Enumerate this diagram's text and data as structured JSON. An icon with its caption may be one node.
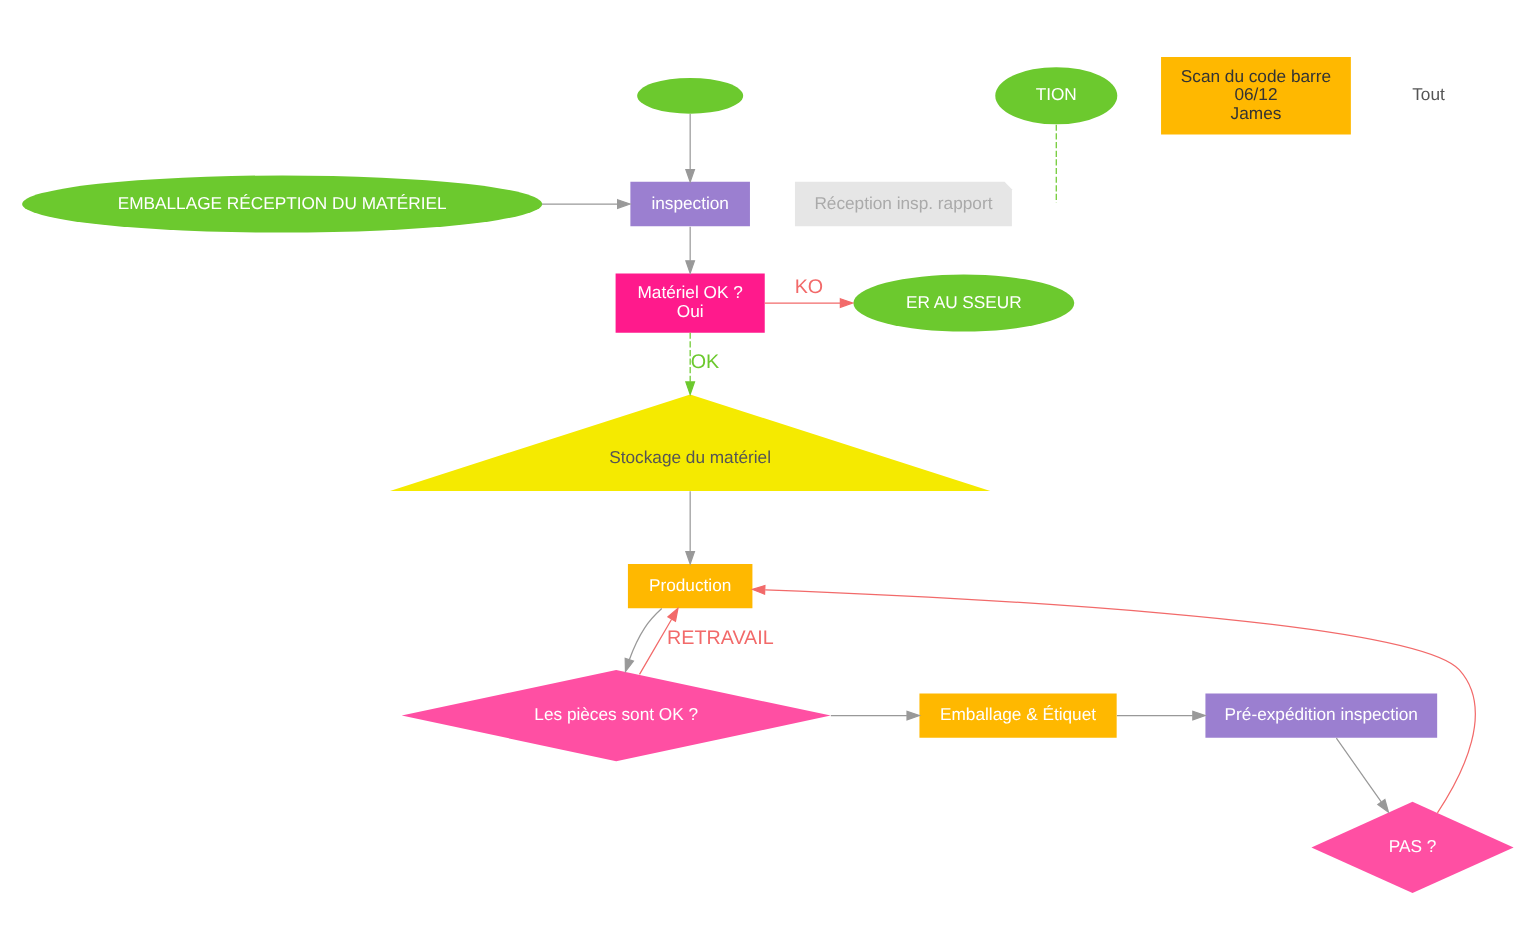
{
  "diagram": {
    "nodes": [
      {
        "text": [],
        "shape": "ellipse"
      },
      {
        "text": [
          "Réception insp. rapport"
        ]
      },
      {
        "text": [
          "inspection"
        ]
      },
      {
        "text": [
          "EMBALLAGE RÉCEPTION DU MATÉRIEL"
        ]
      },
      {
        "text": [
          "Matériel OK ?",
          "Oui"
        ]
      },
      {
        "text": [
          "ER AU SSEUR"
        ]
      },
      {
        "text": [
          "Stockage du matériel"
        ]
      },
      {
        "text": [
          "Production"
        ]
      },
      {
        "text": [
          "Les pièces sont OK ?"
        ]
      },
      {
        "text": [
          "Emballage & Étiquet"
        ]
      },
      {
        "text": [
          "Pré-expédition inspection"
        ]
      },
      {
        "text": [
          "PAS ?"
        ]
      },
      {
        "text": [
          "TION"
        ]
      },
      {
        "text": [
          "Scan du code barre",
          "06/12",
          "James"
        ]
      }
    ],
    "edges": [
      {
        "from": 0,
        "to": 2,
        "arrow": "to"
      },
      {
        "from": 3,
        "to": 2,
        "arrow": "to"
      },
      {
        "from": 2,
        "to": 4,
        "arrow": "to"
      },
      {
        "from": 4,
        "to": 5,
        "arrow": "to",
        "label": "KO",
        "color": "#f26a6a"
      },
      {
        "from": 4,
        "to": 6,
        "arrow": "to",
        "label": "OK",
        "style": "dashed",
        "color": "#6cc92e"
      },
      {
        "from": 6,
        "to": 7,
        "arrow": "to"
      },
      {
        "from": 7,
        "to": 8,
        "arrow": "to"
      },
      {
        "from": 8,
        "to": 7,
        "arrow": "to",
        "label": "RETRAVAIL",
        "color": "#f26a6a"
      },
      {
        "from": 8,
        "to": 9,
        "arrow": "to"
      },
      {
        "from": 9,
        "to": 10,
        "arrow": "to"
      },
      {
        "from": 10,
        "to": 11,
        "arrow": "to"
      },
      {
        "from": 11,
        "to": 7,
        "arrow": "to",
        "color": "#f26a6a"
      },
      {
        "from": 12,
        "to": null,
        "arrow": "none",
        "style": "dashed",
        "color": "#6cc92e"
      }
    ],
    "labels": [
      "Tout"
    ]
  }
}
